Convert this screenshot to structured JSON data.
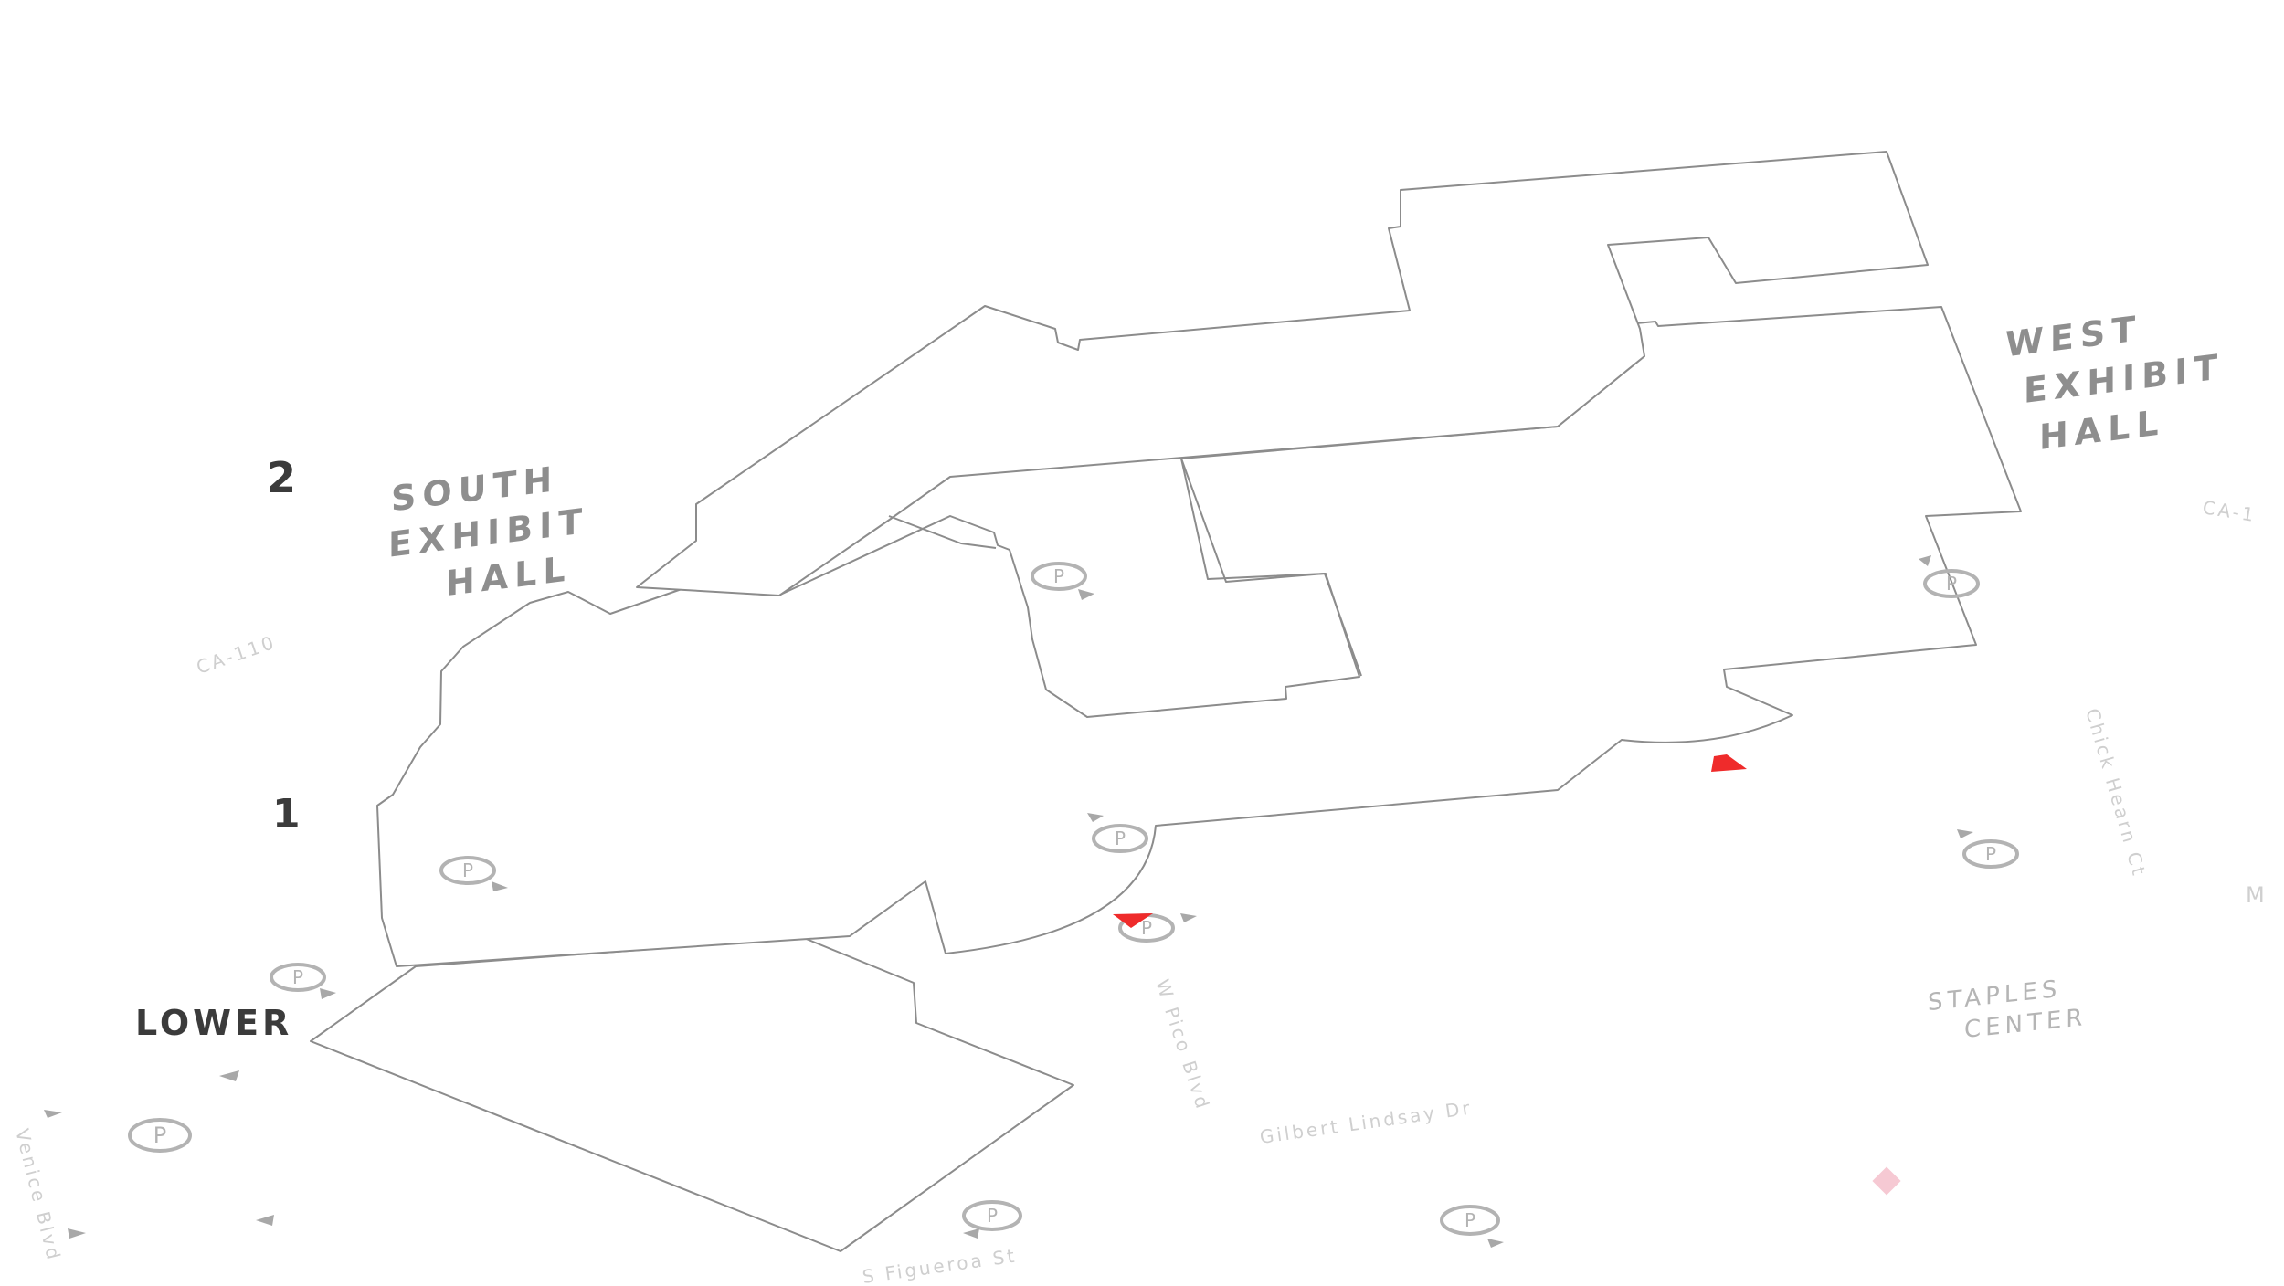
{
  "levels": {
    "level_2": "2",
    "level_1": "1",
    "lower": "LOWER"
  },
  "halls": {
    "south": [
      "SOUTH",
      "EXHIBIT",
      "HALL"
    ],
    "west": [
      "WEST",
      "EXHIBIT",
      "HALL"
    ]
  },
  "venues": {
    "staples": [
      "STAPLES",
      "CENTER"
    ]
  },
  "streets": {
    "ca110_left": "CA-110",
    "ca110_right": "CA-1",
    "chick_hearn": "Chick Hearn Ct",
    "w_pico": "W Pico Blvd",
    "gilbert_lindsay": "Gilbert Lindsay Dr",
    "s_figueroa": "S Figueroa St",
    "venice": "Venice Blvd",
    "partial_right": "M"
  },
  "parking": {
    "label": "P"
  },
  "colors": {
    "outline": "#8c8c8c",
    "label_dark": "#8e8e8e",
    "label_faint": "#cfcfcf",
    "parking": "#b3b3b3",
    "marker_red": "#ef2b2b",
    "marker_pink": "#f6c9d3",
    "arrow_grey": "#a8a8a8"
  }
}
